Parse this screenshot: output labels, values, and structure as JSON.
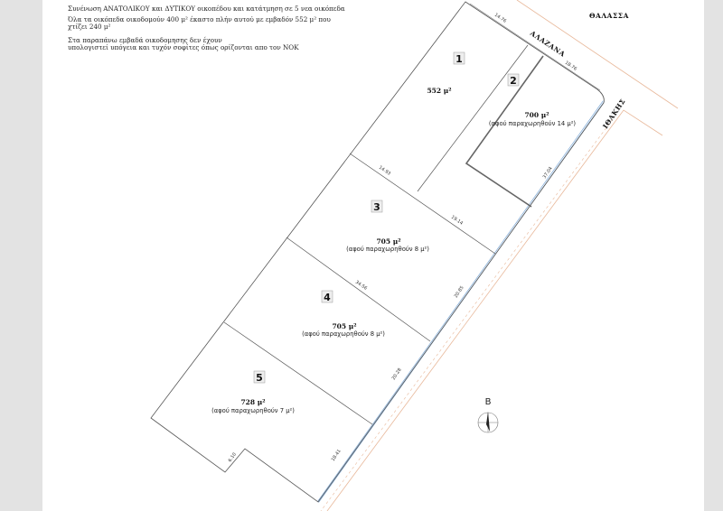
{
  "notes": {
    "line1": "Συνένωση ΑΝΑΤΟΛΙΚΟΥ και ΔΥΤΙΚΟΥ οικοπέδου και κατάτμηση σε 5 νεα οικόπεδα",
    "line2a": "Όλα τα οικόπεδα οικοδομούν 400 μ² έκαστο πλήν αυτού με εμβαδόν 552 μ² που",
    "line2b": "χτίζει 240 μ²",
    "line3a": "Στα παραπάνω εμβαδά οικοδομησης δεν έχουν",
    "line3b": "υπολογιστεί υπόγεια και τυχόν σοφίτες όπως ορίζονται απο τον ΝΟΚ"
  },
  "streets": {
    "north": "ΑΛΑΖΑΝΑ",
    "east": "ΙΘΑΚΗΣ",
    "sea": "ΘΑΛΑΣΣΑ"
  },
  "plots": [
    {
      "number": "1",
      "area": "552 μ²",
      "note": ""
    },
    {
      "number": "2",
      "area": "700 μ²",
      "note": "(αφού παραχωρηθούν 14 μ²)"
    },
    {
      "number": "3",
      "area": "705 μ²",
      "note": "(αφού παραχωρηθούν 8 μ²)"
    },
    {
      "number": "4",
      "area": "705 μ²",
      "note": "(αφού παραχωρηθούν 8 μ²)"
    },
    {
      "number": "5",
      "area": "728 μ²",
      "note": "(αφού παραχωρηθούν 7 μ²)"
    }
  ],
  "dimensions": {
    "north_a": "14.76",
    "north_b": "18.76",
    "d_1_3": "14.93",
    "d_3_2": "19.14",
    "d_3_4": "34.56",
    "east_2": "37.04",
    "east_3": "20.85",
    "east_4": "20.28",
    "east_5": "18.41",
    "notch": "6.10"
  },
  "compass": {
    "label": "Β"
  },
  "colors": {
    "boundary": "#555555",
    "street_edge": "#e8b89a",
    "frontage": "#7aa7d6",
    "background": "#e3e3e3"
  }
}
